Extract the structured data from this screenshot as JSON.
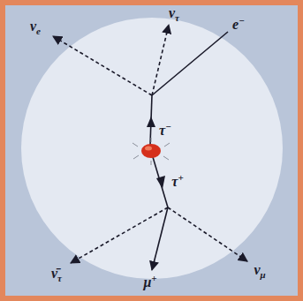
{
  "diagram": {
    "labels": [
      "νe",
      "ντ",
      "e−",
      "τ−",
      "τ+",
      "ν̄τ",
      "μ+",
      "νμ"
    ]
  }
}
